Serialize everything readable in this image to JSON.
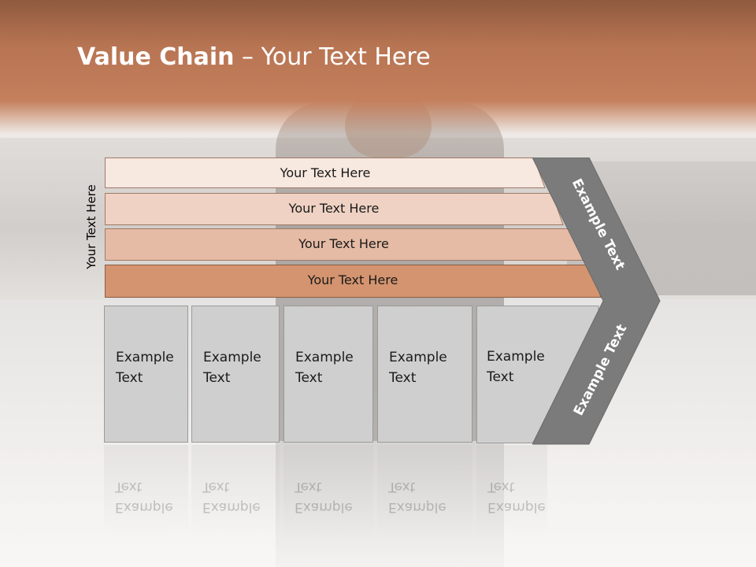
{
  "slide": {
    "title_bold": "Value Chain",
    "title_rest": " – Your Text Here",
    "side_label": "Your Text Here"
  },
  "bars": [
    {
      "label": "Your Text Here",
      "color": "#f7e8e0"
    },
    {
      "label": "Your Text Here",
      "color": "#efd2c3"
    },
    {
      "label": "Your Text Here",
      "color": "#e5bba5"
    },
    {
      "label": "Your Text Here",
      "color": "#d4946f"
    }
  ],
  "boxes": [
    {
      "line1": "Example",
      "line2": "Text"
    },
    {
      "line1": "Example",
      "line2": "Text"
    },
    {
      "line1": "Example",
      "line2": "Text"
    },
    {
      "line1": "Example",
      "line2": "Text"
    },
    {
      "line1": "Example",
      "line2": "Text"
    }
  ],
  "chevron": {
    "upper_label": "Example Text",
    "lower_label": "Example Text",
    "color": "#7b7b7b"
  }
}
